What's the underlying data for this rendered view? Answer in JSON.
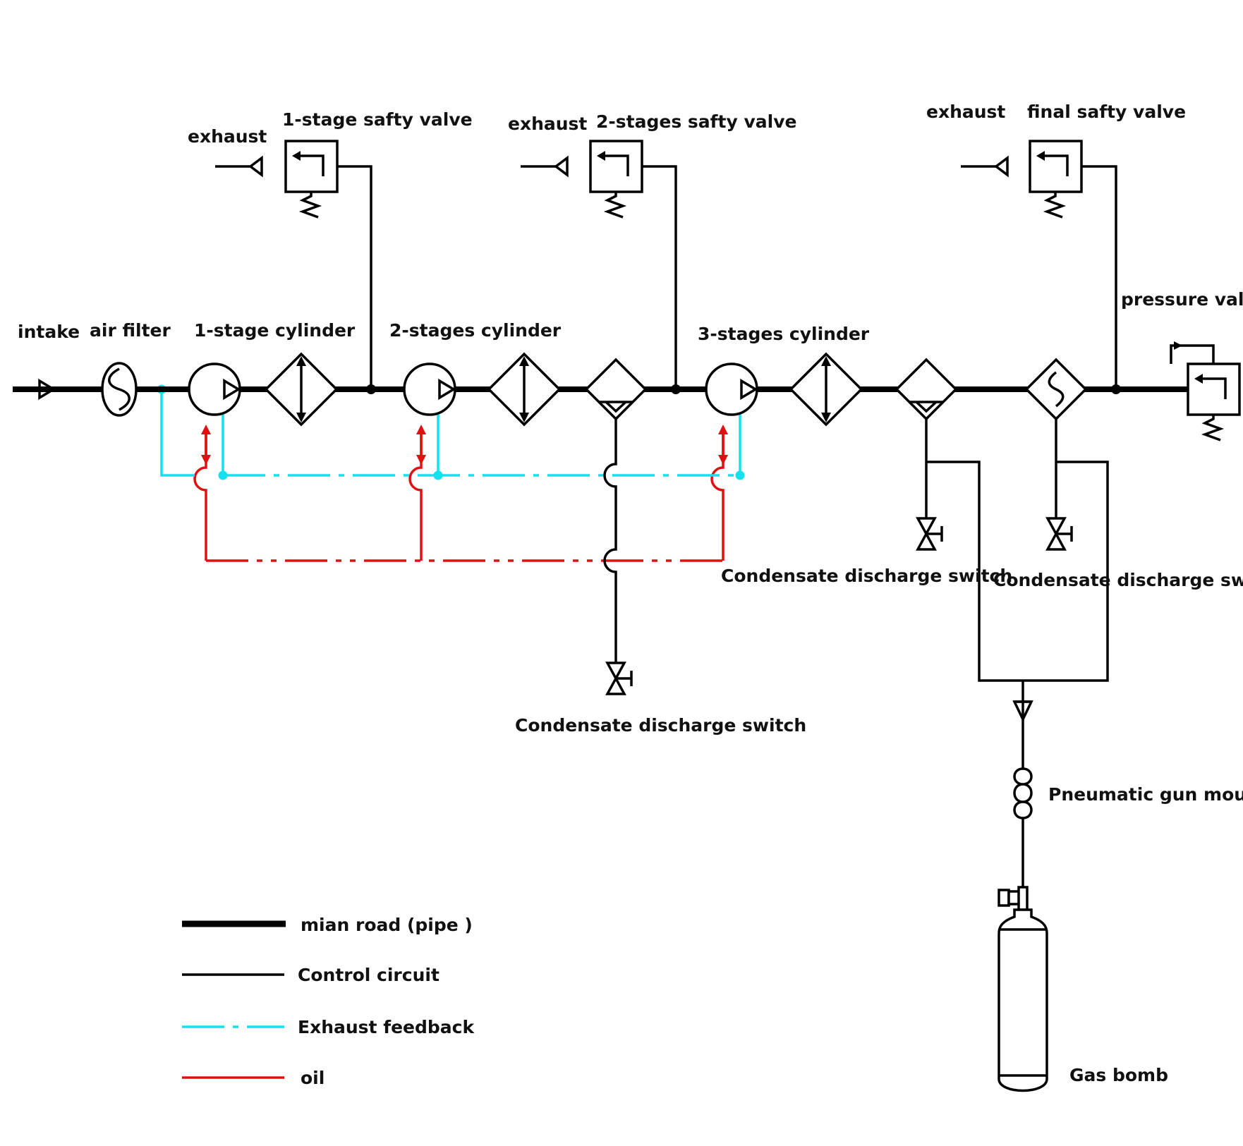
{
  "labels": {
    "intake": "intake",
    "air_filter": "air filter",
    "stage1_cylinder": "1-stage cylinder",
    "stage2_cylinder": "2-stages cylinder",
    "stage3_cylinder": "3-stages cylinder",
    "exhaust_1": "exhaust",
    "exhaust_2": "exhaust",
    "exhaust_3": "exhaust",
    "safety_valve_1": "1-stage safty valve",
    "safety_valve_2": "2-stages safty valve",
    "safety_valve_final": "final safty valve",
    "pressure_valve": "pressure valve",
    "condensate_switch_1": "Condensate discharge switch",
    "condensate_switch_2": "Condensate discharge switch",
    "condensate_switch_3": "Condensate discharge switch",
    "gun_mouth": "Pneumatic gun mouth",
    "gas_bomb": "Gas bomb"
  },
  "legend": [
    {
      "label": "mian road (pipe )",
      "style": "main",
      "color": "#000000"
    },
    {
      "label": "Control circuit",
      "style": "control",
      "color": "#000000"
    },
    {
      "label": "Exhaust feedback",
      "style": "dash-dot",
      "color": "#14e1f0"
    },
    {
      "label": "oil",
      "style": "solid",
      "color": "#e01010"
    }
  ],
  "colors": {
    "pipe": "#000000",
    "exhaust_feedback": "#14e1f0",
    "oil": "#e01010"
  }
}
